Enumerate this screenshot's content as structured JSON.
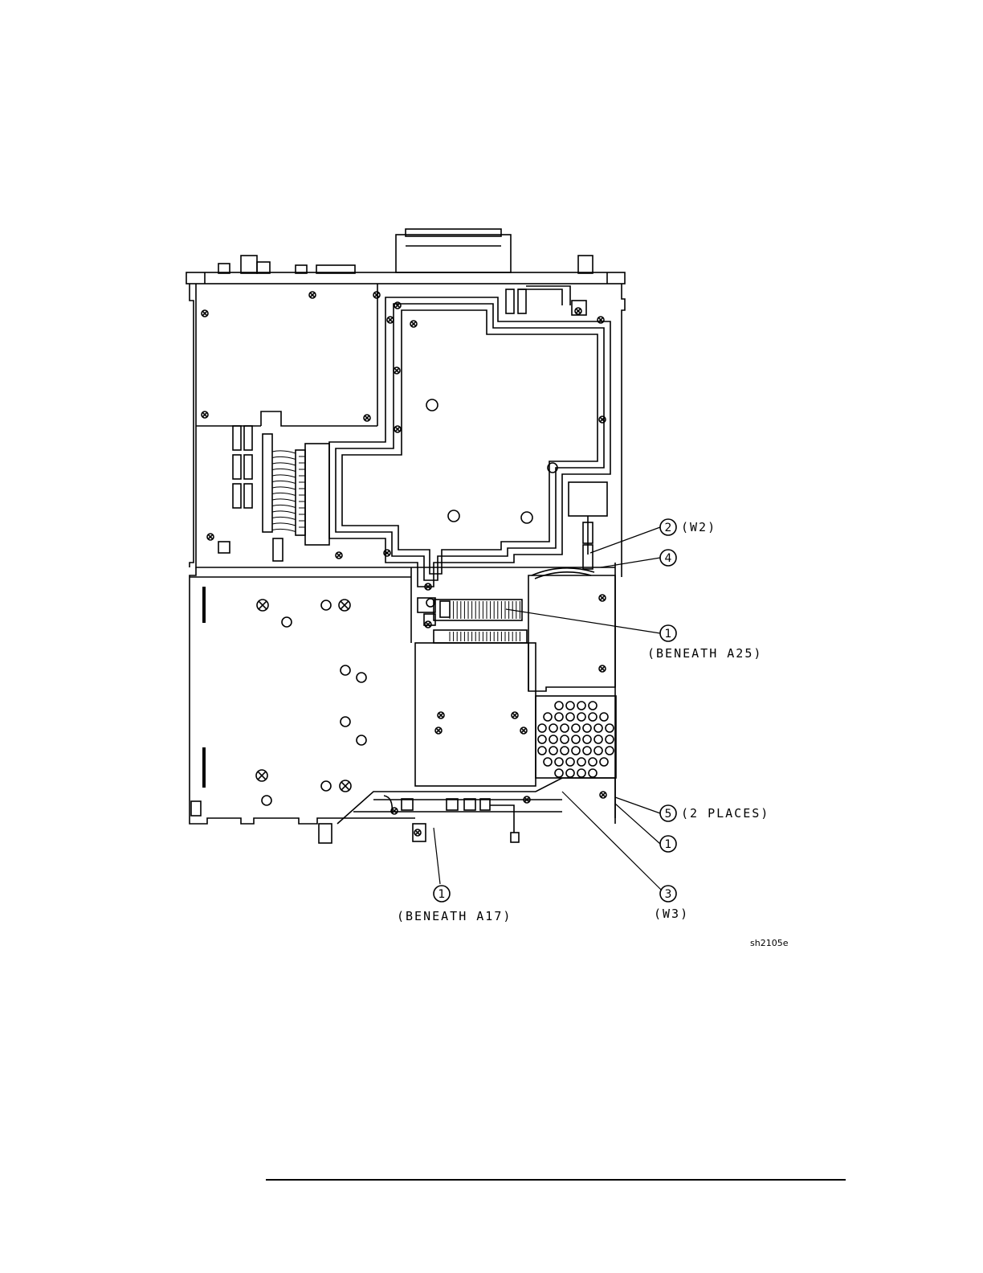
{
  "figure": {
    "id": "sh2105e",
    "callouts": [
      {
        "number": "2",
        "label": "(W2)"
      },
      {
        "number": "4",
        "label": ""
      },
      {
        "number": "1",
        "label": "(BENEATH A25)"
      },
      {
        "number": "5",
        "label": "(2 PLACES)"
      },
      {
        "number": "1",
        "label": ""
      },
      {
        "number": "3",
        "label": "(W3)"
      },
      {
        "number": "1",
        "label": "(BENEATH A17)"
      }
    ]
  },
  "colors": {
    "line": "#000000",
    "background": "#ffffff"
  }
}
